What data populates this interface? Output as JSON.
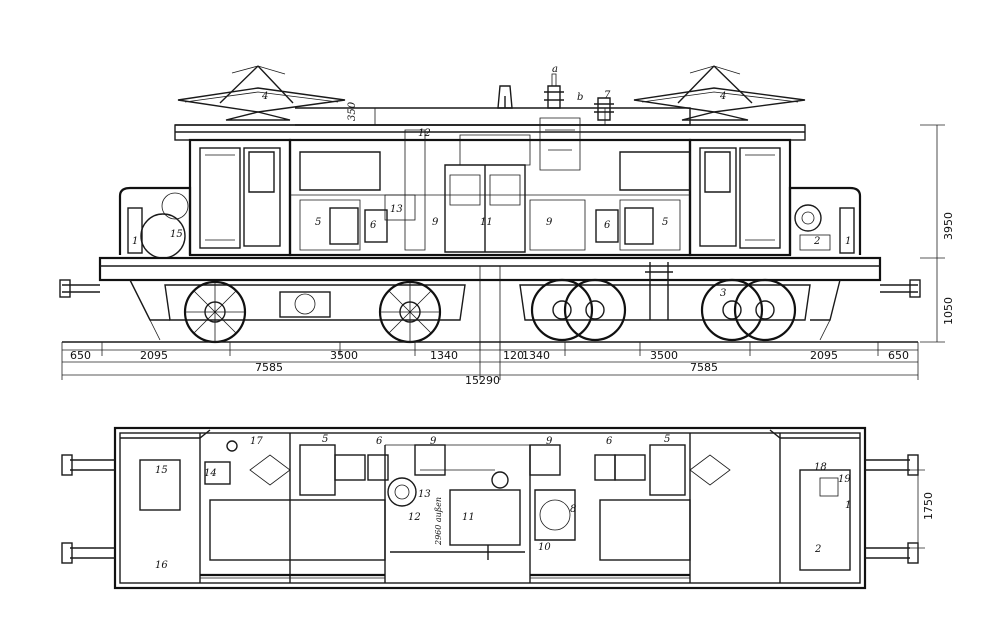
{
  "dimensions": {
    "horizontal": [
      "650",
      "2095",
      "3500",
      "1340",
      "120",
      "1340",
      "3500",
      "2095",
      "650"
    ],
    "half_left": "7585",
    "half_right": "7585",
    "total": "15290",
    "height_total": "3950",
    "height_lower": "1050",
    "top_350": "350",
    "plan_width": "1750",
    "plan_2960": "2960 außen"
  },
  "callouts": {
    "side": [
      "4",
      "4",
      "350",
      "12",
      "a",
      "b",
      "7",
      "1",
      "15",
      "5",
      "6",
      "13",
      "9",
      "11",
      "9",
      "6",
      "5",
      "2",
      "1",
      "3"
    ],
    "plan": [
      "17",
      "5",
      "6",
      "9",
      "9",
      "6",
      "5",
      "15",
      "14",
      "13",
      "12",
      "11",
      "8",
      "10",
      "16",
      "18",
      "19",
      "1",
      "2"
    ]
  }
}
